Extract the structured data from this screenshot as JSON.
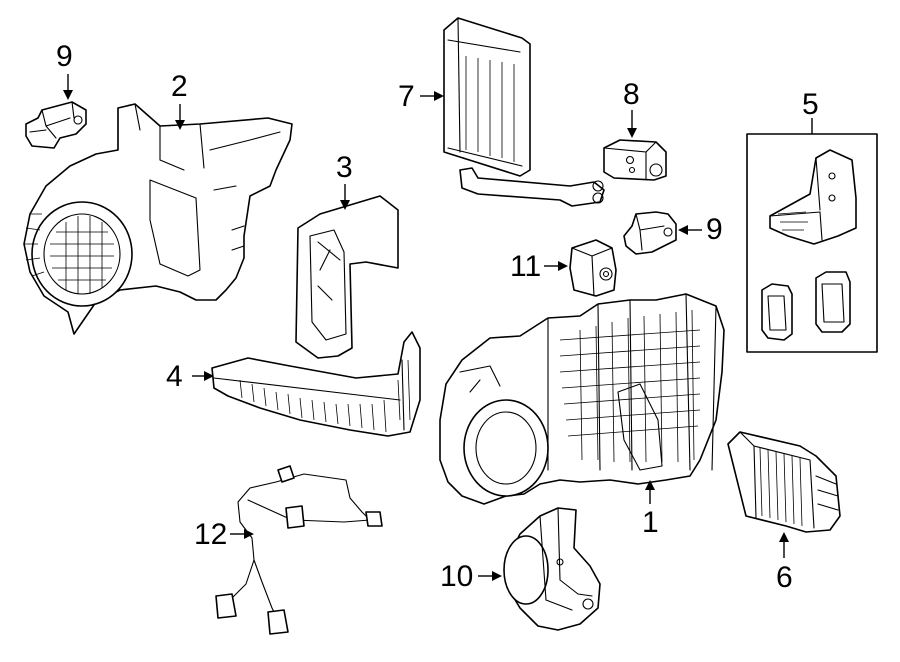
{
  "diagram": {
    "callouts": {
      "c1": "1",
      "c2": "2",
      "c3": "3",
      "c4": "4",
      "c5": "5",
      "c6": "6",
      "c7": "7",
      "c8": "8",
      "c9a": "9",
      "c9b": "9",
      "c10": "10",
      "c11": "11",
      "c12": "12"
    }
  }
}
